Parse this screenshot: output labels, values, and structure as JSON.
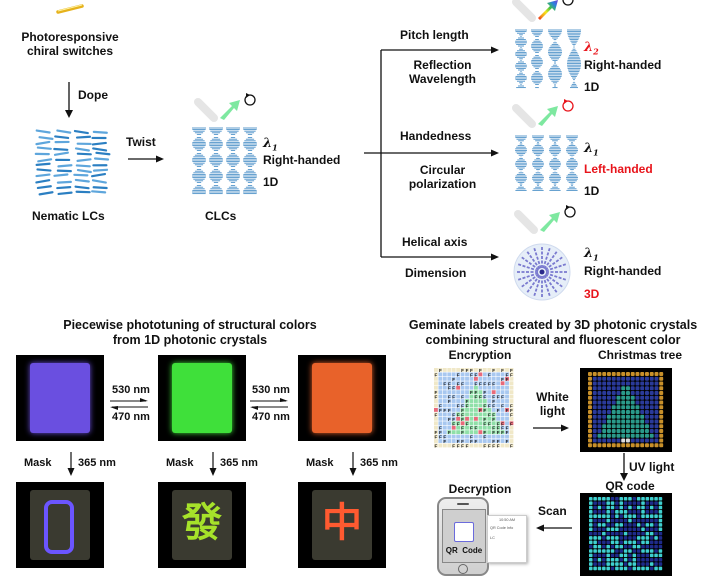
{
  "top": {
    "switches_label": [
      "Photoresponsive",
      "chiral switches"
    ],
    "dope_label": "Dope",
    "nematic_label": "Nematic LCs",
    "twist_label": "Twist",
    "clc_label": "CLCs",
    "clc_props": {
      "wavelength": "λ",
      "wavelength_sub": "1",
      "handedness": "Right-handed",
      "dimension": "1D"
    }
  },
  "branches": [
    {
      "top_label": "Pitch length",
      "bottom_label": [
        "Reflection",
        "Wavelength"
      ],
      "wavelength": "λ",
      "wavelength_sub": "2",
      "wavelength_color": "#e8141b",
      "handedness": "Right-handed",
      "handedness_color": "#111111",
      "dimension": "1D",
      "dimension_color": "#111111",
      "reflected_light": "rainbow"
    },
    {
      "top_label": "Handedness",
      "bottom_label": [
        "Circular",
        "polarization"
      ],
      "wavelength": "λ",
      "wavelength_sub": "1",
      "wavelength_color": "#111111",
      "handedness": "Left-handed",
      "handedness_color": "#e8141b",
      "dimension": "1D",
      "dimension_color": "#111111",
      "reflected_light": "green"
    },
    {
      "top_label": "Helical  axis",
      "bottom_label": [
        "Dimension"
      ],
      "wavelength": "λ",
      "wavelength_sub": "1",
      "wavelength_color": "#111111",
      "handedness": "Right-handed",
      "handedness_color": "#111111",
      "dimension": "3D",
      "dimension_color": "#e8141b",
      "reflected_light": "green"
    }
  ],
  "left_panel": {
    "title": [
      "Piecewise  phototuning of structural colors",
      "from 1D photonic crystals"
    ],
    "forward_wavelength": "530 nm",
    "reverse_wavelength": "470 nm",
    "mask_label": "Mask",
    "uv_wavelength": "365 nm",
    "film_colors": [
      "#6a4fe0",
      "#3fe03a",
      "#e8622a"
    ],
    "patterns": [
      {
        "shape": "frame",
        "color": "#6b55ff"
      },
      {
        "shape": "發",
        "color": "#a6e22a"
      },
      {
        "shape": "中",
        "color": "#ff5a30"
      }
    ]
  },
  "right_panel": {
    "title": [
      "Geminate labels created by 3D photonic crystals",
      "combining  structural and fluorescent color"
    ],
    "encryption_label": "Encryption",
    "christmas_label": "Christmas tree",
    "white_light_label": [
      "White",
      "light"
    ],
    "uv_label": "UV light",
    "qr_label": "QR code",
    "decryption_label": "Decryption",
    "scan_label": "Scan",
    "phone_screen_label": "QR  Code",
    "phone_popup": {
      "time": "10:50 AM",
      "title": "QR Code Info",
      "content": "LC"
    }
  }
}
